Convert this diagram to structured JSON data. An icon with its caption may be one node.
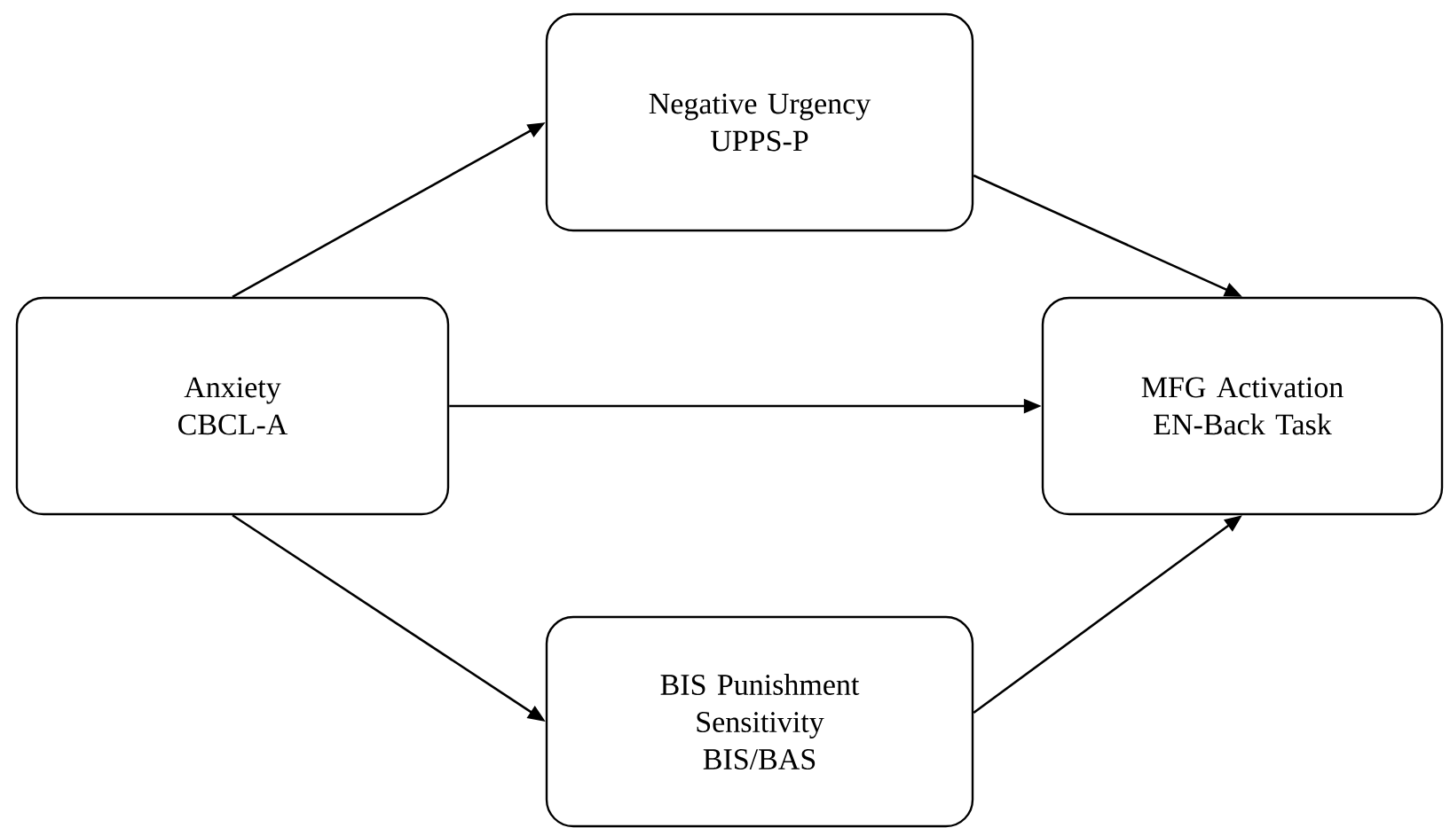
{
  "diagram": {
    "nodes": [
      {
        "text": [
          "Anxiety",
          "CBCL-A"
        ]
      },
      {
        "text": [
          "Negative Urgency",
          "UPPS-P"
        ]
      },
      {
        "text": [
          "MFG Activation",
          "EN-Back Task"
        ]
      },
      {
        "text": [
          "BIS Punishment Sensitivity",
          "BIS/BAS"
        ]
      }
    ],
    "edges": [
      {
        "from": 0,
        "to": 1,
        "arrow": "to"
      },
      {
        "from": 1,
        "to": 2,
        "arrow": "to"
      },
      {
        "from": 0,
        "to": 2,
        "arrow": "to"
      },
      {
        "from": 0,
        "to": 3,
        "arrow": "to"
      },
      {
        "from": 3,
        "to": 2,
        "arrow": "to"
      }
    ]
  }
}
